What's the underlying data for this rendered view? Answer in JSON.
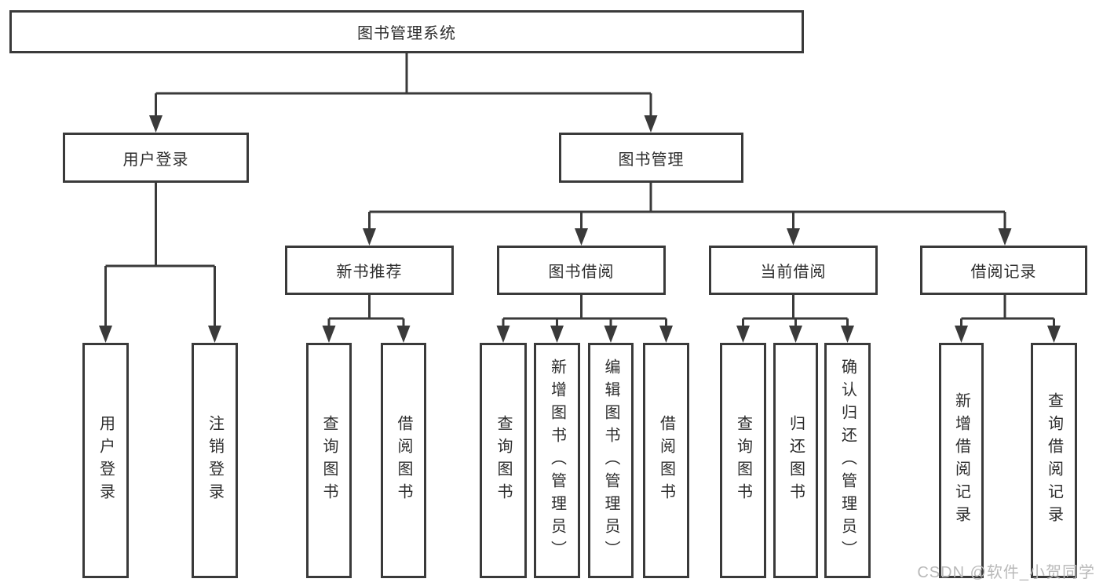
{
  "colors": {
    "line": "#3a3a3a",
    "text": "#2d2d2d",
    "background": "#ffffff",
    "watermark": "#b9b9b9"
  },
  "watermark": {
    "text": "CSDN @软件_小贺同学"
  },
  "diagram": {
    "root": {
      "label": "图书管理系统"
    },
    "branches": [
      {
        "label": "用户登录",
        "children": [
          {
            "label": "用户登录"
          },
          {
            "label": "注销登录"
          }
        ]
      },
      {
        "label": "图书管理",
        "children": [
          {
            "label": "新书推荐",
            "children": [
              {
                "label": "查询图书"
              },
              {
                "label": "借阅图书"
              }
            ]
          },
          {
            "label": "图书借阅",
            "children": [
              {
                "label": "查询图书"
              },
              {
                "label": "新增图书（管理员）"
              },
              {
                "label": "编辑图书（管理员）"
              },
              {
                "label": "借阅图书"
              }
            ]
          },
          {
            "label": "当前借阅",
            "children": [
              {
                "label": "查询图书"
              },
              {
                "label": "归还图书"
              },
              {
                "label": "确认归还（管理员）"
              }
            ]
          },
          {
            "label": "借阅记录",
            "children": [
              {
                "label": "新增借阅记录"
              },
              {
                "label": "查询借阅记录"
              }
            ]
          }
        ]
      }
    ]
  }
}
